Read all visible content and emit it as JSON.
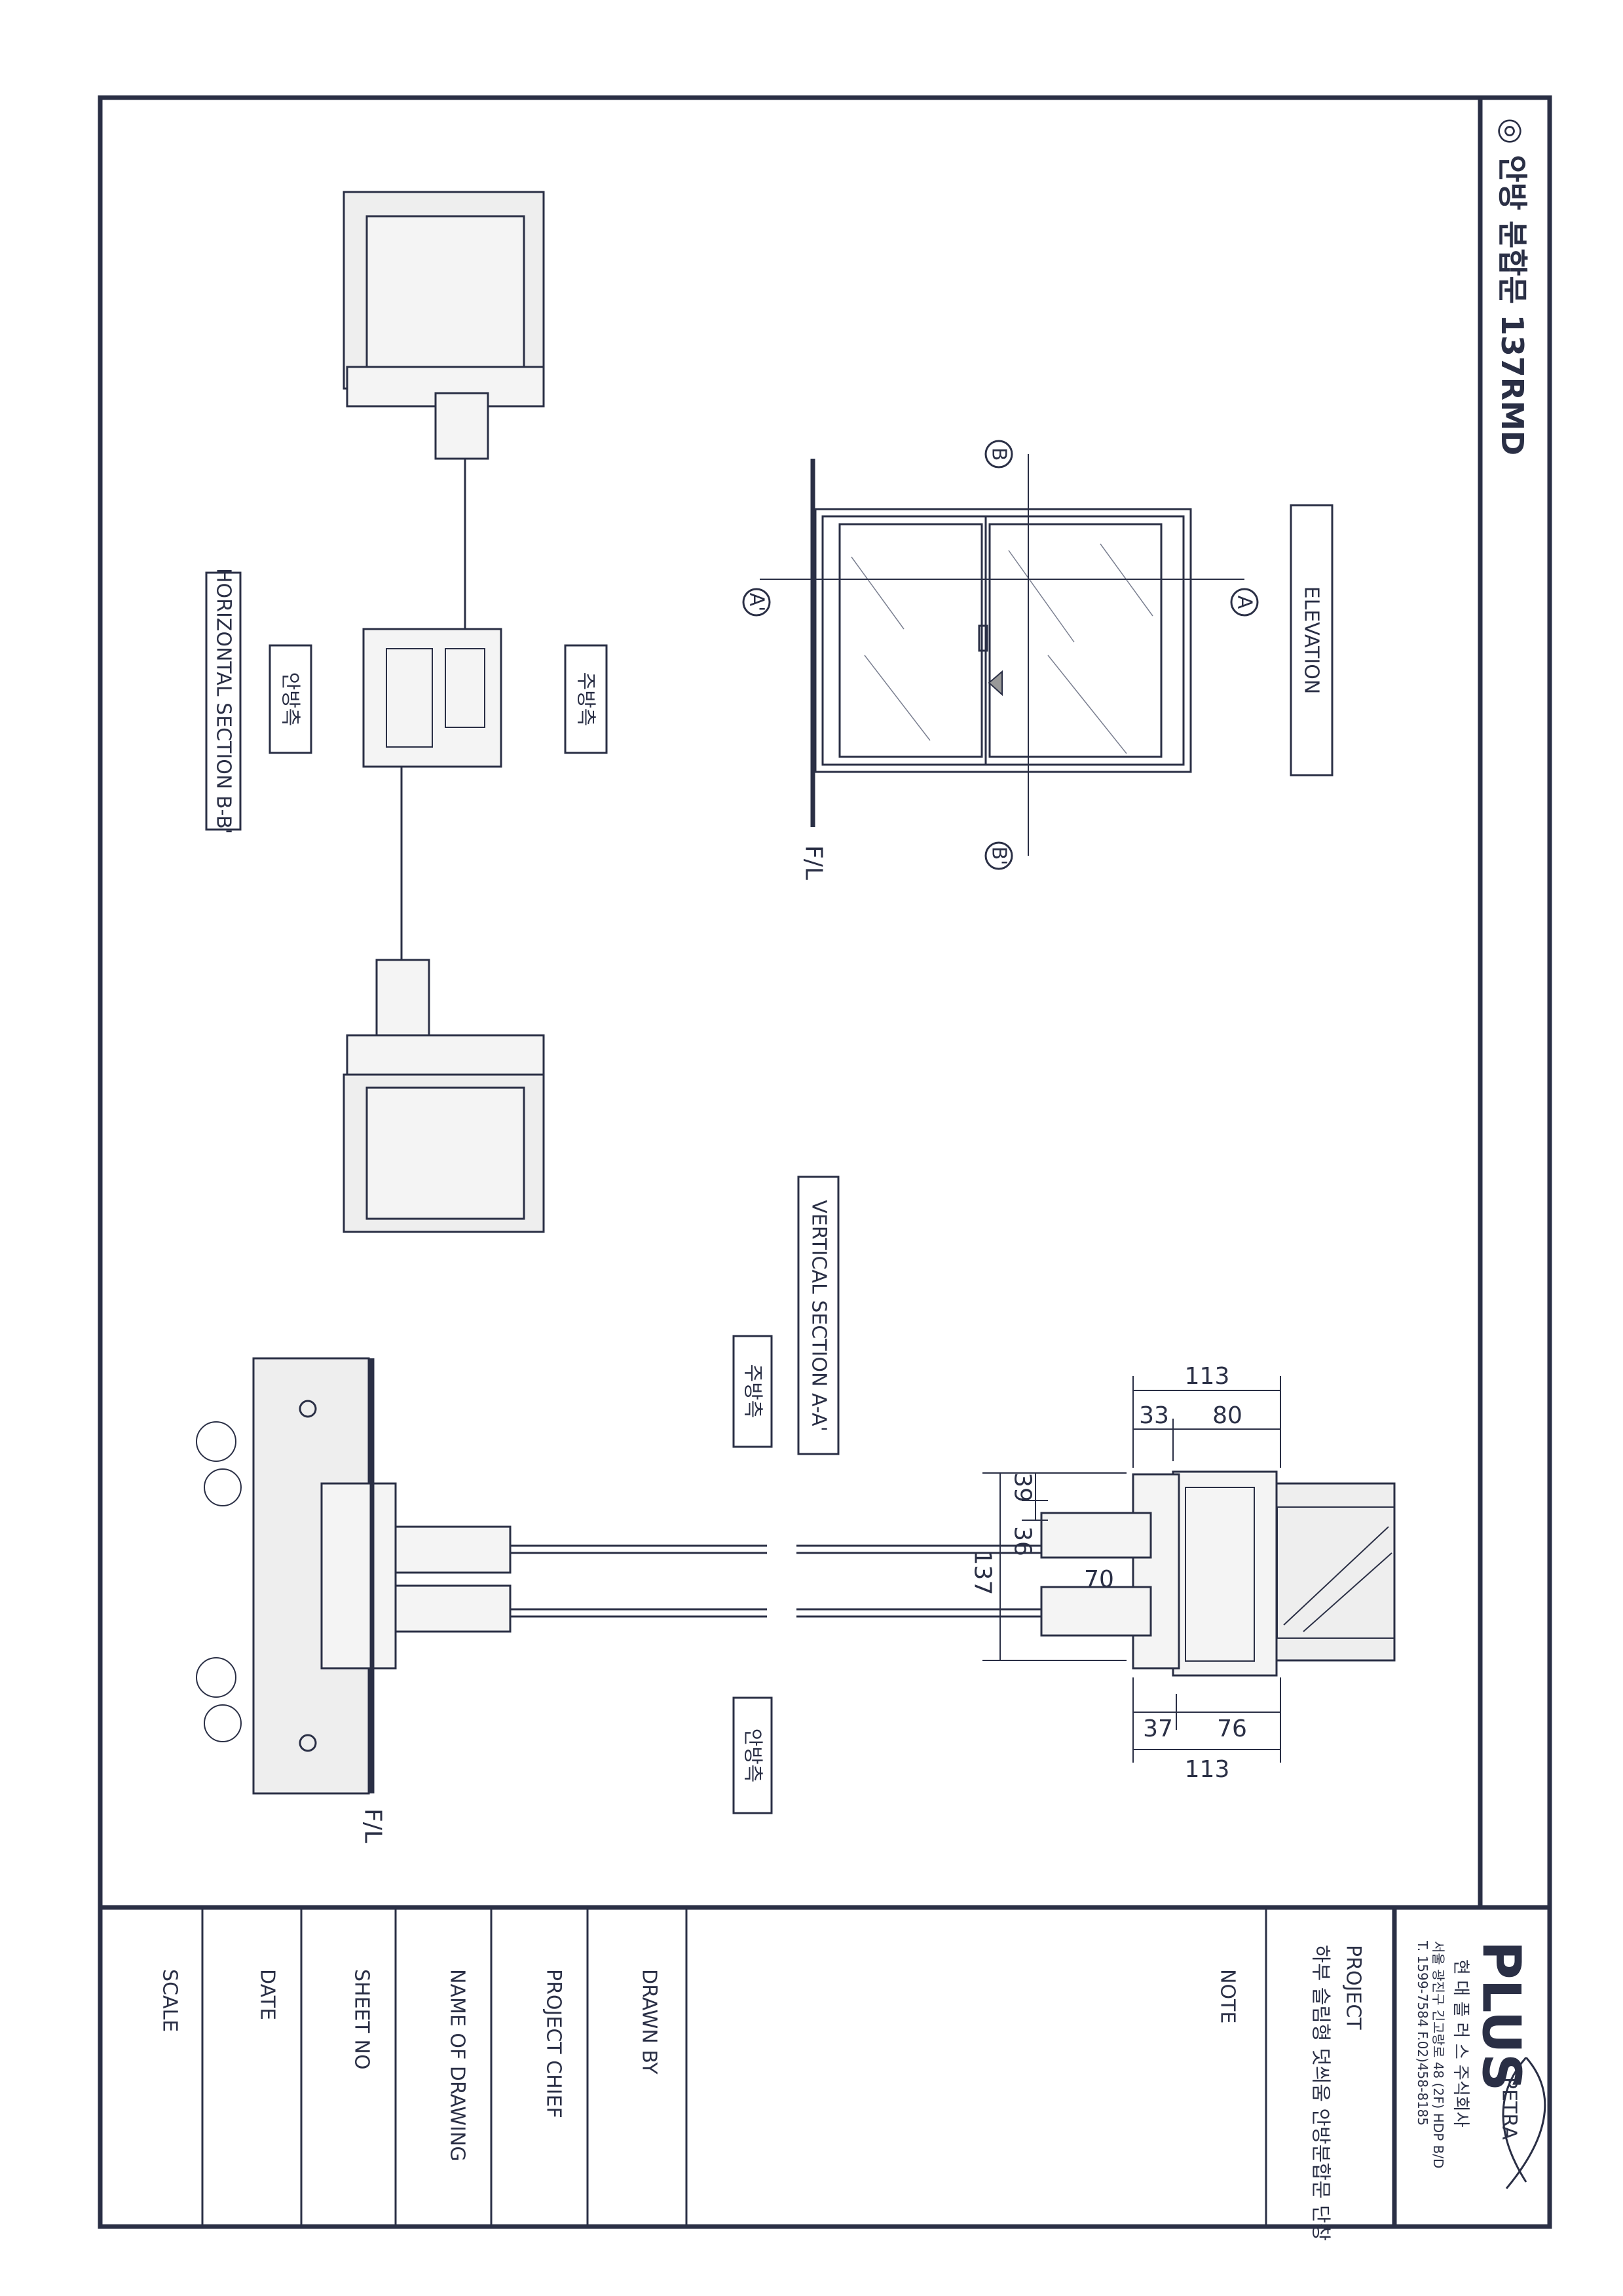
{
  "title": "◎ 안방 분합문 137RMD",
  "elevation": {
    "label": "ELEVATION",
    "floor_line": "F/L",
    "markers": {
      "a": "A",
      "a_prime": "A'",
      "b": "B",
      "b_prime": "B'"
    }
  },
  "horizontal_section": {
    "label": "HORIZONTAL SECTION B-B'",
    "side_kitchen": "주방측",
    "side_bedroom": "안방측"
  },
  "vertical_section": {
    "label": "VERTICAL SECTION A-A'",
    "side_kitchen": "주방측",
    "side_bedroom": "안방측",
    "floor_line": "F/L",
    "dimensions": {
      "top_total": "113",
      "top_left": "33",
      "top_right": "80",
      "bottom_left": "37",
      "bottom_right": "76",
      "bottom_total": "113",
      "height_total": "137",
      "height_top": "39",
      "height_mid": "36",
      "sash_depth": "70"
    }
  },
  "title_block": {
    "logo_text": "PLUS",
    "logo_sub": "PETRA",
    "company": "현 대 플 러 스 주식회사",
    "address": "서울 광진구 긴고랑로 48 (2F) HDP B/D",
    "phone": "T. 1599-7584  F.02)458-8185",
    "project_label": "PROJECT",
    "project_name": "하부 슬림형 덧씌움 안방분합문 단창",
    "note_label": "NOTE",
    "drawn_by_label": "DRAWN BY",
    "project_chief_label": "PROJECT CHIEF",
    "name_of_drawing_label": "NAME OF DRAWING",
    "sheet_no_label": "SHEET NO",
    "date_label": "DATE",
    "scale_label": "SCALE"
  }
}
